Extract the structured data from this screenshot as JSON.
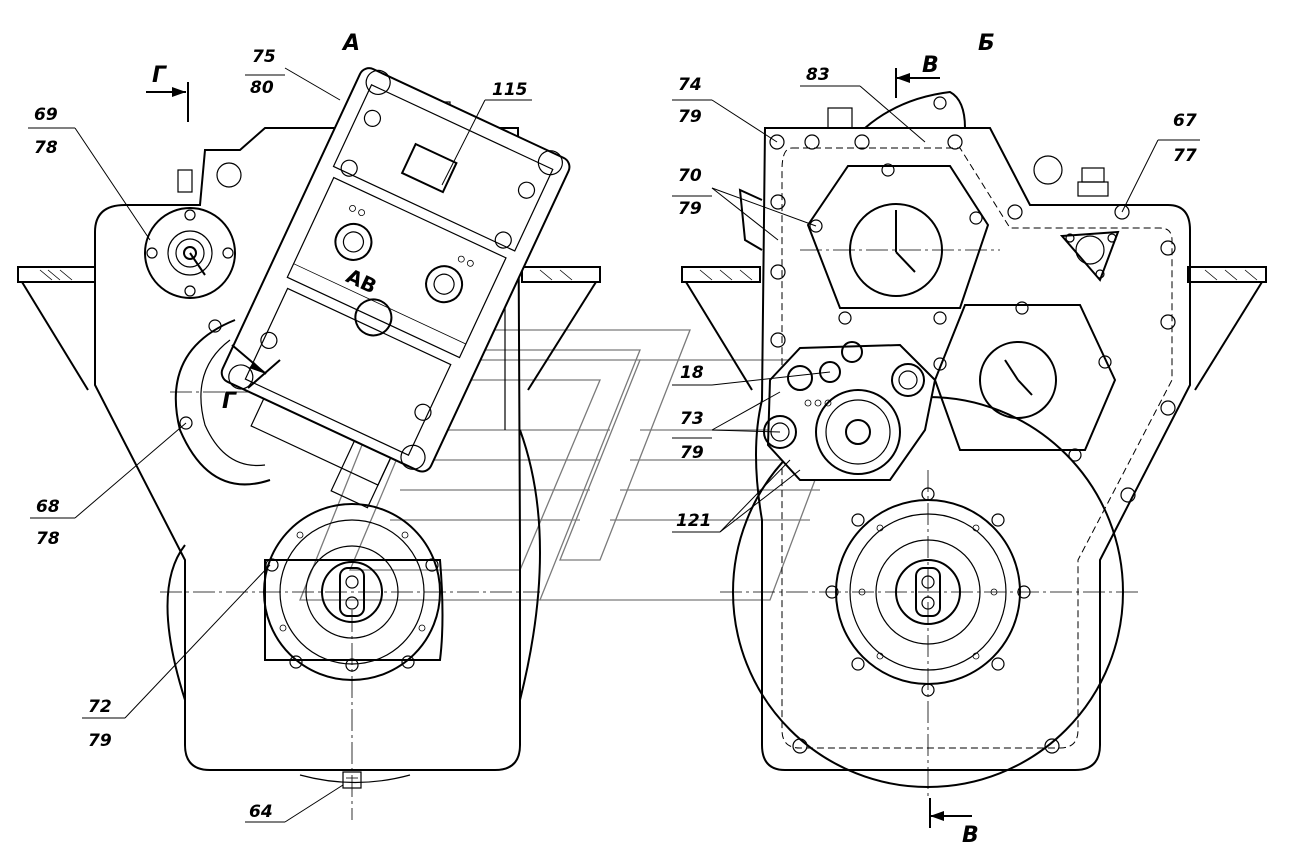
{
  "view_a": {
    "title": "А",
    "section_g": "Г",
    "block_marking": "АВ"
  },
  "view_b": {
    "title": "Б",
    "section_v": "В"
  },
  "callouts": {
    "p75": {
      "top": "75",
      "bottom": "80"
    },
    "p115": {
      "top": "115"
    },
    "p69": {
      "top": "69",
      "bottom": "78"
    },
    "p68": {
      "top": "68",
      "bottom": "78"
    },
    "p72": {
      "top": "72",
      "bottom": "79"
    },
    "p64": {
      "top": "64"
    },
    "p74": {
      "top": "74",
      "bottom": "79"
    },
    "p83": {
      "top": "83"
    },
    "p70": {
      "top": "70",
      "bottom": "79"
    },
    "p67": {
      "top": "67",
      "bottom": "77"
    },
    "p18": {
      "top": "18"
    },
    "p73": {
      "top": "73",
      "bottom": "79"
    },
    "p121": {
      "top": "121"
    }
  }
}
